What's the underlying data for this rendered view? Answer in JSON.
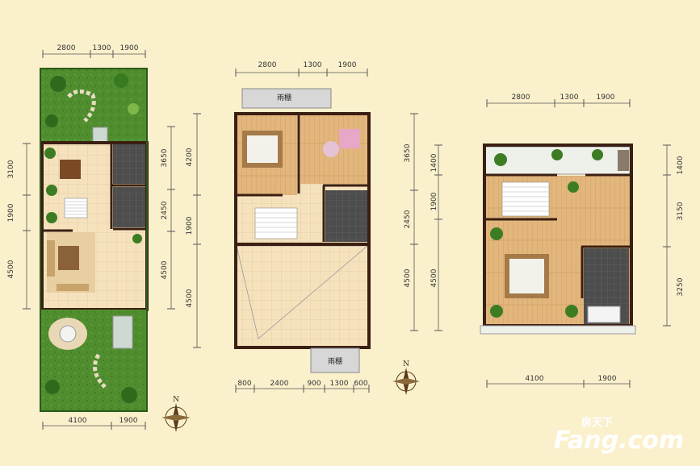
{
  "plan1": {
    "top_dims": [
      "2800",
      "1300",
      "1900"
    ],
    "bottom_dims": [
      "4100",
      "1900"
    ],
    "left_dims": [
      "3100",
      "1900",
      "4500"
    ],
    "right_dims": [
      "3650",
      "2450",
      "4500"
    ]
  },
  "plan2": {
    "top_dims": [
      "2800",
      "1300",
      "1900"
    ],
    "bottom_dims": [
      "800",
      "2400",
      "900",
      "1300",
      "600"
    ],
    "left_dims": [
      "4200",
      "1900",
      "4500"
    ],
    "right_dims": [
      "3650",
      "2450",
      "4500"
    ],
    "canopy_top": "雨棚",
    "canopy_bottom": "雨棚"
  },
  "plan3": {
    "top_dims": [
      "2800",
      "1300",
      "1900"
    ],
    "bottom_dims": [
      "4100",
      "1900"
    ],
    "left_dims": [
      "1400",
      "1900",
      "4500"
    ],
    "right_dims": [
      "1400",
      "3150",
      "3250"
    ]
  },
  "compass_label": "N",
  "watermark": {
    "brand_cn": "房天下",
    "brand_en": "Fang.com"
  },
  "colors": {
    "background": "#fbf0cc",
    "wall": "#3a1f12",
    "floor_tile": "#f4dfb8",
    "wood_floor": "#e0b47c",
    "garden": "#4e8a2c",
    "dark_tile": "#4a4a4a"
  }
}
